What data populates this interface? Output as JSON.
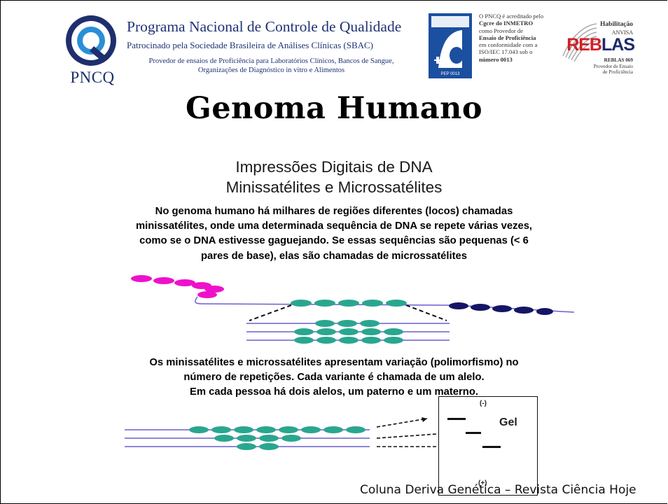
{
  "header": {
    "logo_text": "PNCQ",
    "org_title": "Programa Nacional de Controle de Qualidade",
    "org_sponsor": "Patrocinado pela Sociedade Brasileira de Análises Clínicas (SBAC)",
    "org_desc_1": "Provedor de ensaios de Proficiência para Laboratórios Clínicos, Bancos de Sangue,",
    "org_desc_2": "Organizações de Diagnóstico in vitro e Alimentos",
    "cgcre_seal_code": "PEP 0013",
    "cgcre_text": [
      "O PNCQ é acreditado pelo",
      "Cgcre do INMETRO",
      "como Provedor de",
      "Ensaio de Proficiência",
      "em conformidade com a",
      "ISO/IEC 17.043 sob o",
      "número 0013"
    ],
    "reblas_hab": "Habilitação",
    "reblas_anvisa": "ANVISA",
    "reblas_mark_red": "REB",
    "reblas_mark_blue": "LAS",
    "reblas_sub": [
      "REBLAS 069",
      "Provedor de Ensaio",
      "de Proficiência"
    ]
  },
  "slide": {
    "title": "Genoma Humano",
    "subtitle_line_1": "Impressões Digitais de DNA",
    "subtitle_line_2": "Minissatélites e Microssatélites",
    "para_1": [
      "No genoma humano há milhares de regiões diferentes (locos) chamadas",
      "minissatélites, onde uma determinada sequência de DNA se repete várias vezes,",
      "como se o DNA estivesse gaguejando. Se essas sequências são pequenas (< 6",
      "pares de base), elas são chamadas de microssatélites"
    ],
    "para_2": [
      "Os minissatélites e microssatélites apresentam variação (polimorfismo) no",
      "número de repetições. Cada variante é chamada de um alelo.",
      "Em cada pessoa há dois alelos, um paterno e um materno."
    ],
    "gel_label": "Gel",
    "gel_minus": "(-)",
    "gel_plus": "(+)",
    "credit": "Coluna Deriva Genética – Revista Ciência Hoje"
  },
  "colors": {
    "magenta": "#ee11cc",
    "teal": "#2aa68f",
    "navy": "#151565",
    "line_purple": "#6a5fd0",
    "header_blue": "#1f3275"
  }
}
